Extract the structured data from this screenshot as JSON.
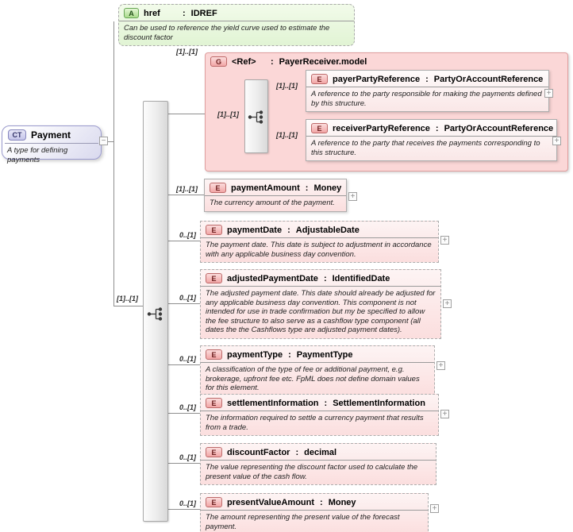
{
  "ui": {
    "colon": ":",
    "expand": "+",
    "collapse": "−"
  },
  "badges": {
    "attribute": "A",
    "element": "E",
    "group": "G",
    "complex_type": "CT"
  },
  "complex_type": {
    "name": "Payment",
    "description": "A type for defining payments",
    "cardinality": "[1]..[1]"
  },
  "attribute": {
    "name": "href",
    "type": "IDREF",
    "description": "Can be used to reference the yield curve used to estimate the discount factor"
  },
  "group": {
    "name": "<Ref>",
    "type": "PayerReceiver.model",
    "cardinality": "[1]..[1]",
    "sequence_cardinality": "[1]..[1]",
    "children": [
      {
        "name": "payerPartyReference",
        "type": "PartyOrAccountReference",
        "cardinality": "[1]..[1]",
        "description": "A reference to the party responsible for making the payments defined by this structure."
      },
      {
        "name": "receiverPartyReference",
        "type": "PartyOrAccountReference",
        "cardinality": "[1]..[1]",
        "description": "A reference to the party that receives the payments corresponding to this structure."
      }
    ]
  },
  "elements": [
    {
      "name": "paymentAmount",
      "type": "Money",
      "cardinality": "[1]..[1]",
      "description": "The currency amount of the payment."
    },
    {
      "name": "paymentDate",
      "type": "AdjustableDate",
      "cardinality": "0..[1]",
      "description": "The payment date. This date is subject to adjustment in accordance with any applicable business day convention."
    },
    {
      "name": "adjustedPaymentDate",
      "type": "IdentifiedDate",
      "cardinality": "0..[1]",
      "description": "The adjusted payment date. This date should already be adjusted for any applicable business day convention. This component is not intended for use in trade confirmation but my be specified to allow the fee structure to also serve as a cashflow type component (all dates the the Cashflows type are adjusted payment dates)."
    },
    {
      "name": "paymentType",
      "type": "PaymentType",
      "cardinality": "0..[1]",
      "description": "A classification of the type of fee or additional payment, e.g. brokerage, upfront fee etc. FpML does not define domain values for this element."
    },
    {
      "name": "settlementInformation",
      "type": "SettlementInformation",
      "cardinality": "0..[1]",
      "description": "The information required to settle a currency payment that results from a trade."
    },
    {
      "name": "discountFactor",
      "type": "decimal",
      "cardinality": "0..[1]",
      "description": "The value representing the discount factor used to calculate the present value of the cash flow."
    },
    {
      "name": "presentValueAmount",
      "type": "Money",
      "cardinality": "0..[1]",
      "description": "The amount representing the present value of the forecast payment."
    }
  ]
}
